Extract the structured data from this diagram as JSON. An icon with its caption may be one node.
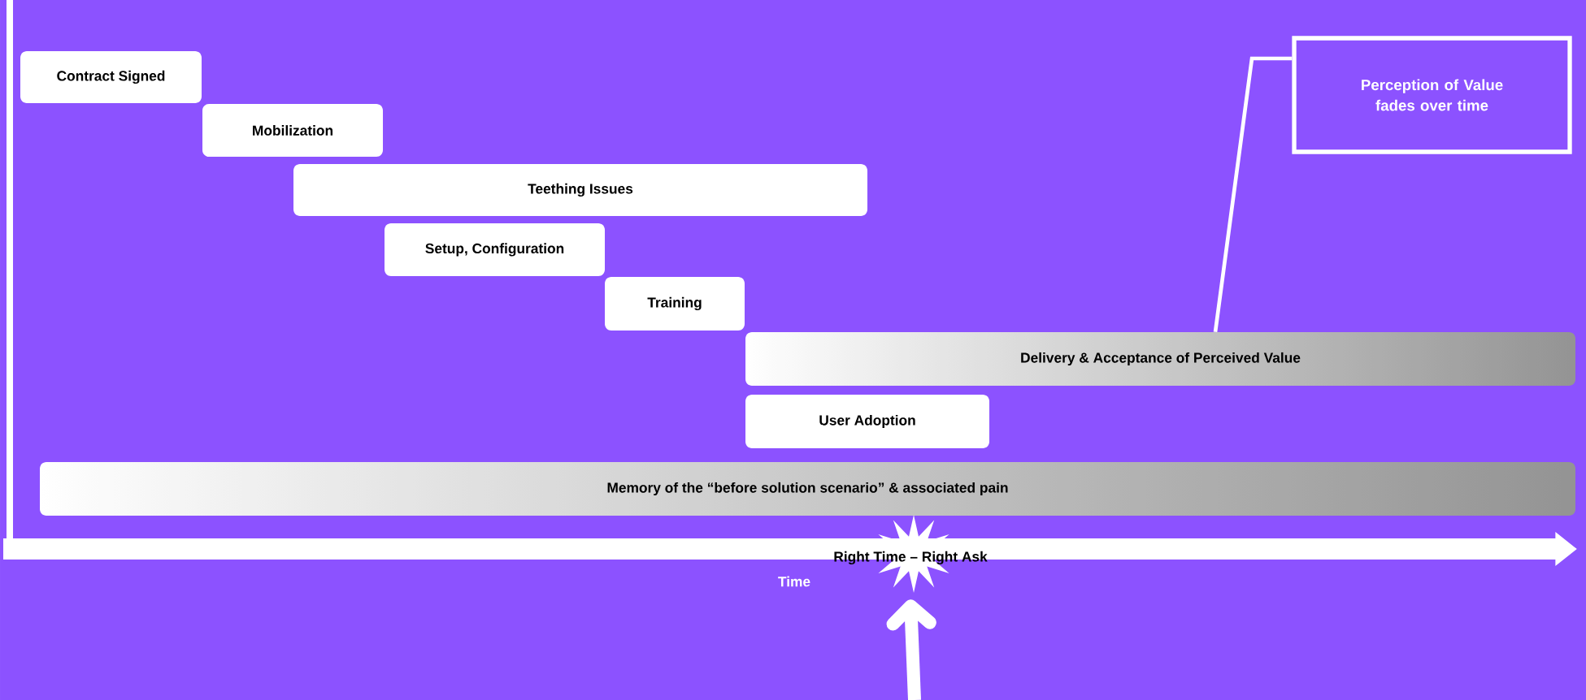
{
  "diagram": {
    "nodes": [
      {
        "text": [
          "Contract Signed"
        ]
      },
      {
        "text": [
          "Mobilization"
        ]
      },
      {
        "text": [
          "Teething Issues"
        ]
      },
      {
        "text": [
          "Setup, Configuration"
        ]
      },
      {
        "text": [
          "Training"
        ]
      },
      {
        "text": [
          "Delivery & Acceptance of Perceived Value"
        ]
      },
      {
        "text": [
          "User Adoption"
        ]
      },
      {
        "text": [
          "Memory of the “before solution scenario” & associated pain"
        ]
      },
      {
        "text": [
          "Perception of Value fades over time"
        ]
      },
      {
        "text": [
          "Right Time – Right Ask"
        ]
      }
    ],
    "edges": [
      {
        "from": 8,
        "to": 5,
        "arrow": "none"
      },
      {
        "from": null,
        "to": 9,
        "arrow": "to",
        "style": "thick"
      }
    ],
    "labels": [
      "Time"
    ]
  }
}
